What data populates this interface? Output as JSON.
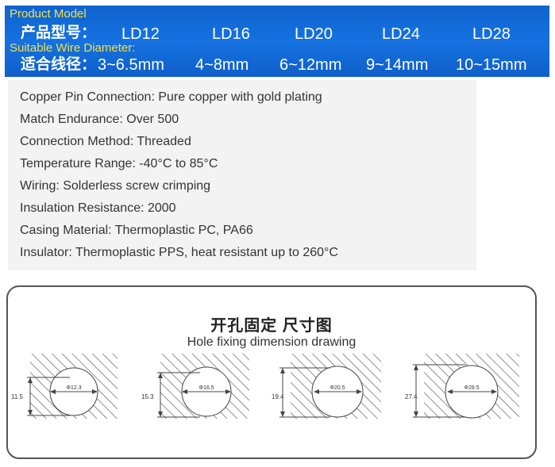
{
  "header": {
    "model_caption": "Product Model",
    "model_label": "产品型号：",
    "models": [
      "LD12",
      "LD16",
      "LD20",
      "LD24",
      "LD28"
    ],
    "wire_caption": "Suitable Wire Diameter:",
    "wire_label": "适合线径：",
    "wire_ranges": [
      "3~6.5mm",
      "4~8mm",
      "6~12mm",
      "9~14mm",
      "10~15mm"
    ]
  },
  "specs": [
    "Copper Pin Connection: Pure copper with gold plating",
    "Match Endurance: Over 500",
    "Connection Method: Threaded",
    "Temperature Range: -40°C to 85°C",
    "Wiring: Solderless screw crimping",
    "Insulation Resistance: 2000",
    "Casing Material: Thermoplastic PC, PA66",
    "Insulator: Thermoplastic PPS, heat resistant up to 260°C"
  ],
  "drawing": {
    "title": "开孔固定 尺寸图",
    "subtitle": "Hole fixing dimension drawing",
    "holes": [
      {
        "height": "11.5",
        "diameter": "Φ12.3"
      },
      {
        "height": "15.3",
        "diameter": "Φ16.5"
      },
      {
        "height": "19.4",
        "diameter": "Φ20.5"
      },
      {
        "height": "27.4",
        "diameter": "Φ28.5"
      }
    ]
  }
}
